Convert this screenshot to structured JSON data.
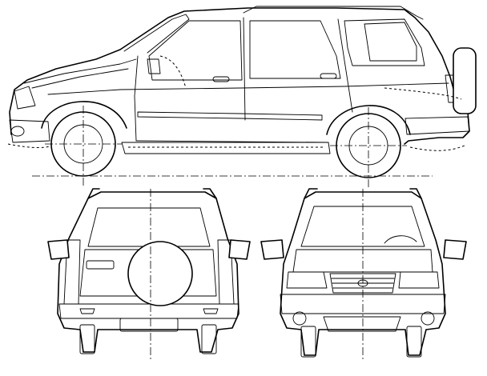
{
  "drawing": {
    "subject": "",
    "views": [
      {
        "id": "side",
        "visible": true
      },
      {
        "id": "rear",
        "visible": true
      },
      {
        "id": "front",
        "visible": true
      }
    ],
    "line_color": "#000000",
    "background": "#ffffff"
  }
}
